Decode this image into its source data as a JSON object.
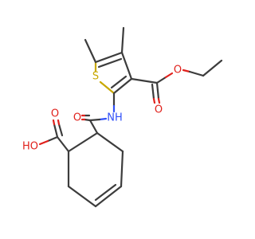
{
  "molecule": {
    "atom_labels": {
      "sulfur": "S",
      "nitrogen_h": "NH",
      "ester_carbonyl_o": "O",
      "ester_ether_o": "O",
      "amide_o": "O",
      "acid_carbonyl_o": "O",
      "acid_hydroxyl": "HO"
    }
  },
  "colors": {
    "carbon": "#3c3c3c",
    "oxygen": "#e0211c",
    "nitrogen": "#3050f8",
    "sulfur": "#c8a800",
    "background": "#ffffff"
  }
}
